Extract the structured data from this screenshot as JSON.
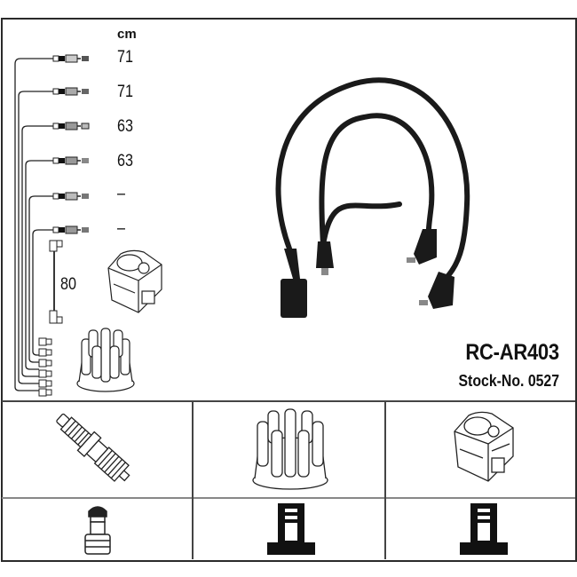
{
  "product": {
    "part_number": "RC-AR403",
    "stock_label": "Stock-No. 0527"
  },
  "lengths": {
    "unit": "cm",
    "leads": [
      {
        "label": "71"
      },
      {
        "label": "71"
      },
      {
        "label": "63"
      },
      {
        "label": "63"
      },
      {
        "label": "–"
      },
      {
        "label": "–"
      }
    ],
    "coil_lead": "80"
  },
  "components": {
    "top_row": [
      "spark-plug",
      "distributor-cap",
      "ignition-coil"
    ],
    "bottom_row": [
      "spark-plug-terminal",
      "distributor-cap-terminal",
      "ignition-coil-terminal"
    ]
  },
  "colors": {
    "line": "#222222",
    "cable": "#1a1a1a",
    "background": "#ffffff"
  }
}
